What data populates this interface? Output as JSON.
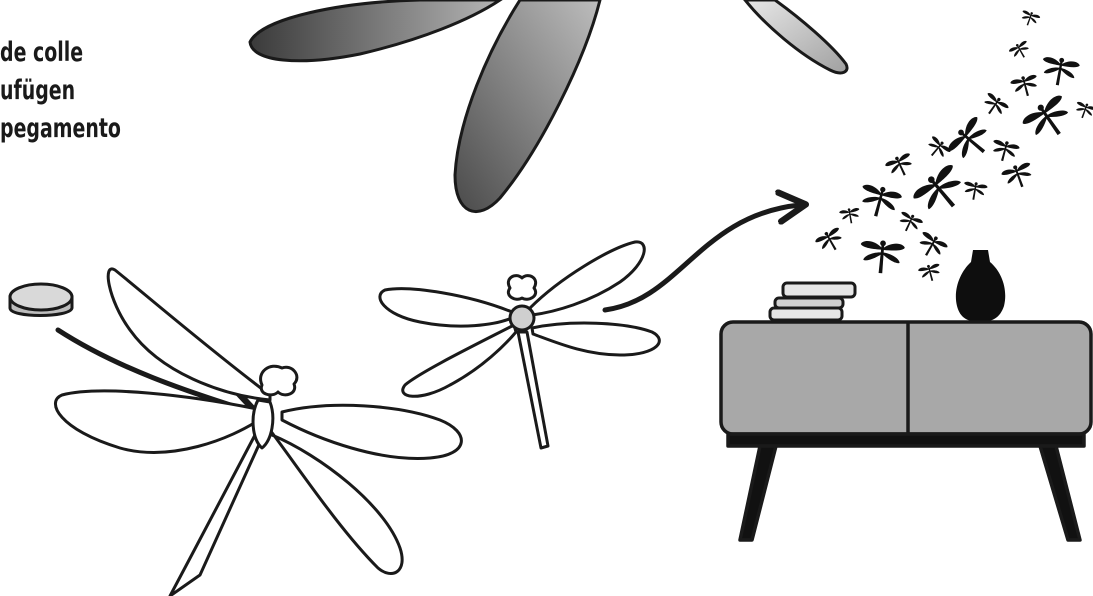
{
  "caption": {
    "lines": [
      "de colle",
      "ufügen",
      "pegamento"
    ]
  },
  "illustration": {
    "fill_colors": {
      "ink": "#111111",
      "glue_dot": "#d9d9d9",
      "cabinet": "#a8a8a8",
      "wing_gray": "#7a7a7a"
    },
    "icon_names": [
      "glue-dot-icon",
      "dragonfly-icon",
      "arrow-icon",
      "sideboard-cabinet-icon",
      "vase-icon",
      "books-icon"
    ]
  }
}
